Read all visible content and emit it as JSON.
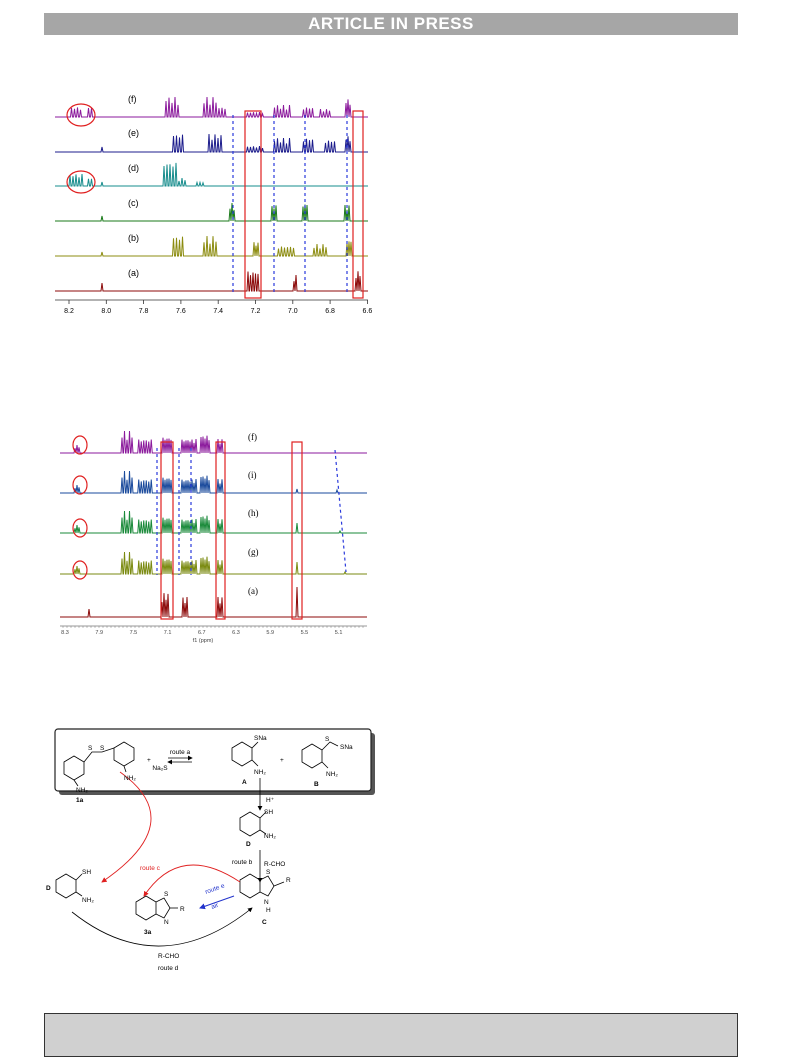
{
  "header": {
    "banner": "ARTICLE IN PRESS"
  },
  "figure1": {
    "labels": [
      "(f)",
      "(e)",
      "(d)",
      "(c)",
      "(b)",
      "(a)"
    ],
    "colors": [
      "#8b1a9c",
      "#1c1c8c",
      "#168c8c",
      "#1a7a1a",
      "#8c8c10",
      "#8c0a0a"
    ],
    "ticks": [
      "8.2",
      "8.0",
      "7.8",
      "7.6",
      "7.4",
      "7.2",
      "7.0",
      "6.8",
      "6.6"
    ]
  },
  "figure2": {
    "labels": [
      "(f)",
      "(i)",
      "(h)",
      "(g)",
      "(a)"
    ],
    "colors": [
      "#8b1a9c",
      "#1a4a9c",
      "#1a8a3a",
      "#7a8a10",
      "#8c0a0a"
    ],
    "ticks": [
      "8.3",
      "7.9",
      "7.5",
      "7.1",
      "6.7",
      "6.3",
      "5.9",
      "5.5",
      "5.1"
    ],
    "axis_label": "f1 (ppm)"
  },
  "scheme": {
    "compound_1a": "1a",
    "nh2": "NH₂",
    "na2s": "Na₂S",
    "plus": "+",
    "route_a": "route a",
    "sna": "SNa",
    "label_A": "A",
    "label_B": "B",
    "h_plus": "H⁺",
    "sh": "SH",
    "label_D": "D",
    "route_b": "route b",
    "rcho": "R-CHO",
    "route_c": "route c",
    "route_e": "route e",
    "air": "air",
    "s": "S",
    "n": "N",
    "h": "H",
    "r": "R",
    "label_3a": "3a",
    "label_C": "C",
    "route_d": "route d"
  }
}
